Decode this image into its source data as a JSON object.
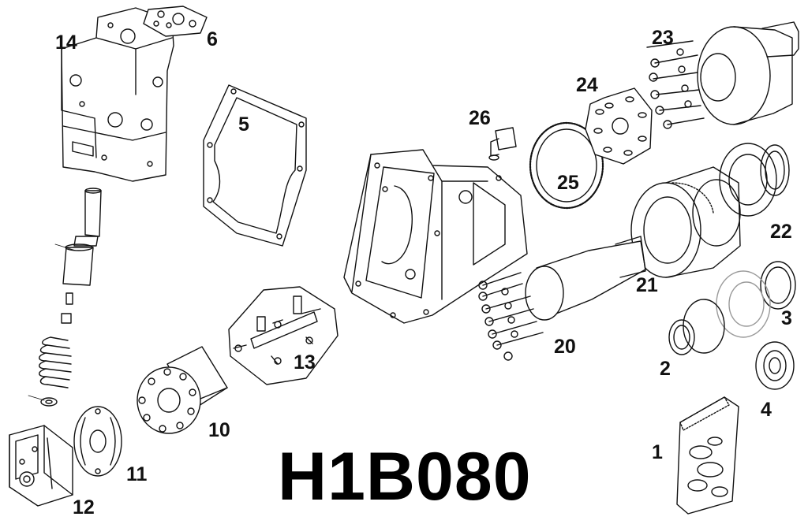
{
  "title": "H1B080",
  "colors": {
    "ink": "#111111",
    "paper": "#ffffff",
    "shade": "#e6e6e6"
  },
  "parts": [
    {
      "id": "p1",
      "number": "1",
      "shape": "seal-kit-bag"
    },
    {
      "id": "p2",
      "number": "2",
      "shape": "shaft-seal-ring"
    },
    {
      "id": "p3",
      "number": "3",
      "shape": "retaining-ring"
    },
    {
      "id": "p4",
      "number": "4",
      "shape": "bearing"
    },
    {
      "id": "p5",
      "number": "5",
      "shape": "gasket"
    },
    {
      "id": "p6",
      "number": "6",
      "shape": "gasket"
    },
    {
      "id": "p10",
      "number": "10",
      "shape": "cylinder-block"
    },
    {
      "id": "p11",
      "number": "11",
      "shape": "valve-plate"
    },
    {
      "id": "p12",
      "number": "12",
      "shape": "end-cap"
    },
    {
      "id": "p13",
      "number": "13",
      "shape": "cross-fitting-kit"
    },
    {
      "id": "p14",
      "number": "14",
      "shape": "control-valve-block"
    },
    {
      "id": "p20",
      "number": "20",
      "shape": "shaft-and-pistons"
    },
    {
      "id": "p21",
      "number": "21",
      "shape": "bearing-race"
    },
    {
      "id": "p22",
      "number": "22",
      "shape": "bearing-cup"
    },
    {
      "id": "p23",
      "number": "23",
      "shape": "rotating-group"
    },
    {
      "id": "p24",
      "number": "24",
      "shape": "retainer-plate"
    },
    {
      "id": "p25",
      "number": "25",
      "shape": "speed-ring"
    },
    {
      "id": "p26",
      "number": "26",
      "shape": "speed-sensor"
    }
  ]
}
